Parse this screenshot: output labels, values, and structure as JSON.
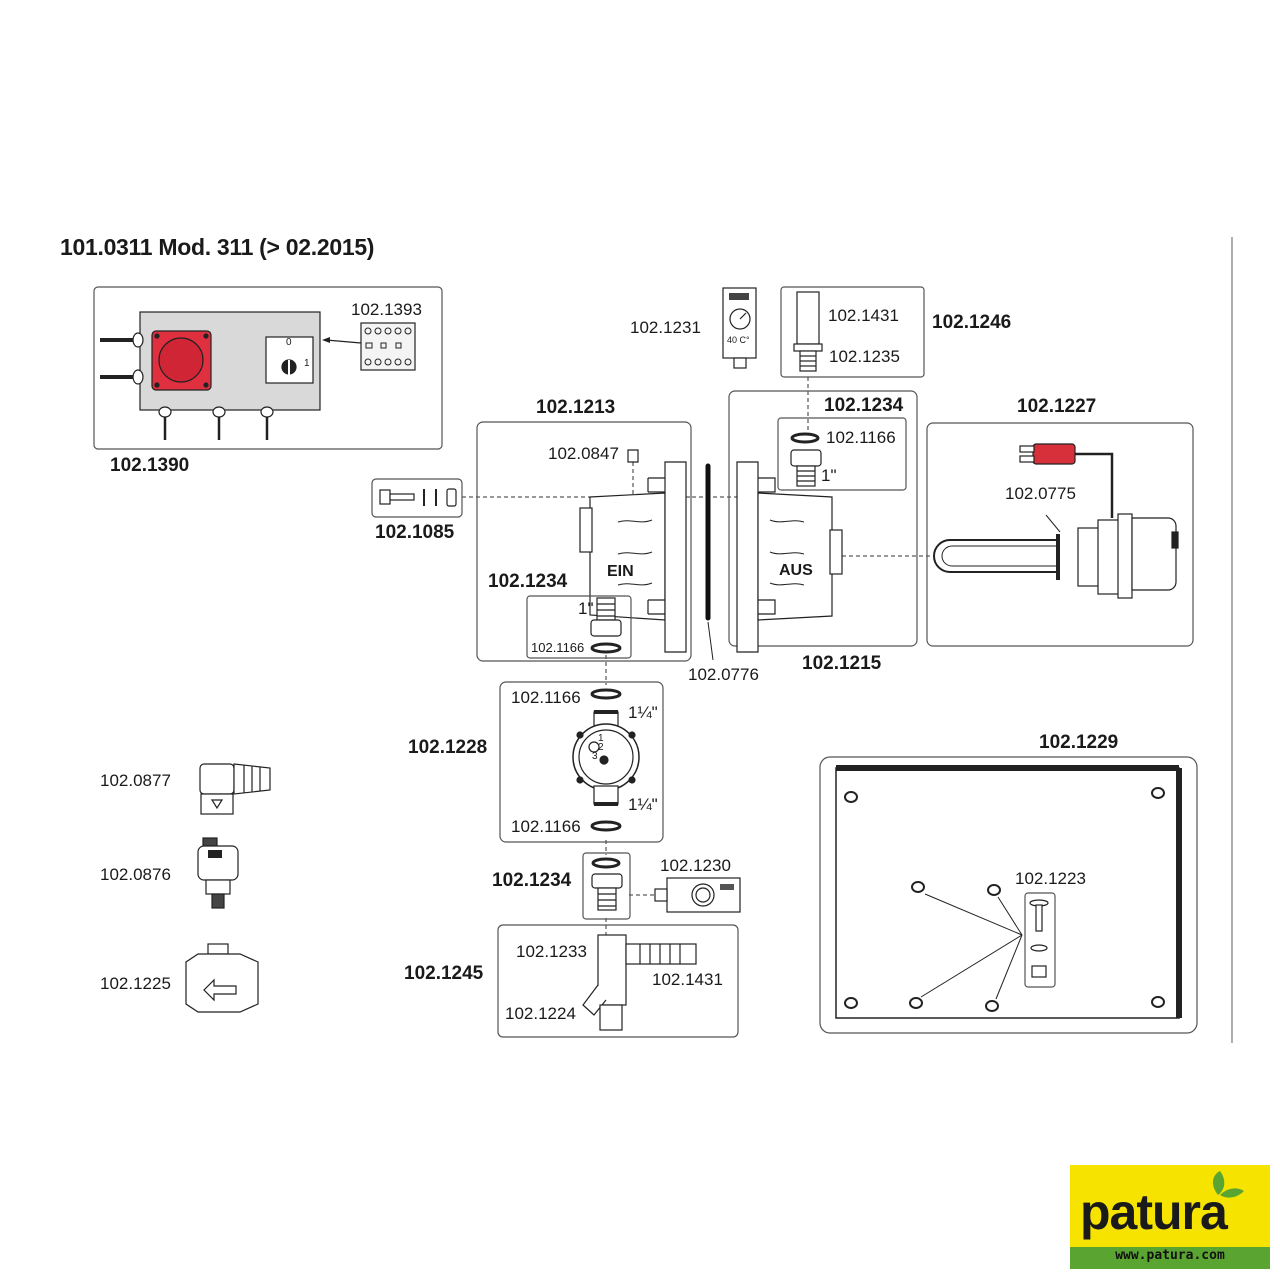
{
  "title": "101.0311 Mod. 311 (> 02.2015)",
  "part_labels": {
    "p1393": "102.1393",
    "p1390": "102.1390",
    "p1231": "102.1231",
    "p1431_top": "102.1431",
    "p1235": "102.1235",
    "p1246": "102.1246",
    "p1213": "102.1213",
    "p1234_top": "102.1234",
    "p1166_top": "102.1166",
    "p1227": "102.1227",
    "p0847": "102.0847",
    "p0775": "102.0775",
    "p1085": "102.1085",
    "p1234_left": "102.1234",
    "p1166_left": "102.1166",
    "p0776": "102.0776",
    "p1215": "102.1215",
    "p1166_pump_top": "102.1166",
    "p1228": "102.1228",
    "p1166_pump_bottom": "102.1166",
    "p1234_bottom": "102.1234",
    "p1230": "102.1230",
    "p1245": "102.1245",
    "p1233": "102.1233",
    "p1431_bottom": "102.1431",
    "p1224": "102.1224",
    "p1229": "102.1229",
    "p1223": "102.1223",
    "p0877": "102.0877",
    "p0876": "102.0876",
    "p1225": "102.1225"
  },
  "markings": {
    "ein": "EIN",
    "aus": "AUS",
    "thread_1in_top": "1\"",
    "thread_1in_left": "1\"",
    "thread_114_top": "1¼\"",
    "thread_114_bottom": "1¼\"",
    "switch_0": "0",
    "switch_1": "1",
    "thermostat_temp": "40 C°",
    "pump_1": "1",
    "pump_2": "2",
    "pump_3": "3"
  },
  "logo": {
    "brand": "patura",
    "url": "www.patura.com"
  },
  "colors": {
    "logo_yellow": "#f6e300",
    "logo_green": "#5aa531",
    "socket_red": "#e03040",
    "plug_red": "#d8303a",
    "housing_grey": "#d9d9d9",
    "line": "#222222"
  }
}
